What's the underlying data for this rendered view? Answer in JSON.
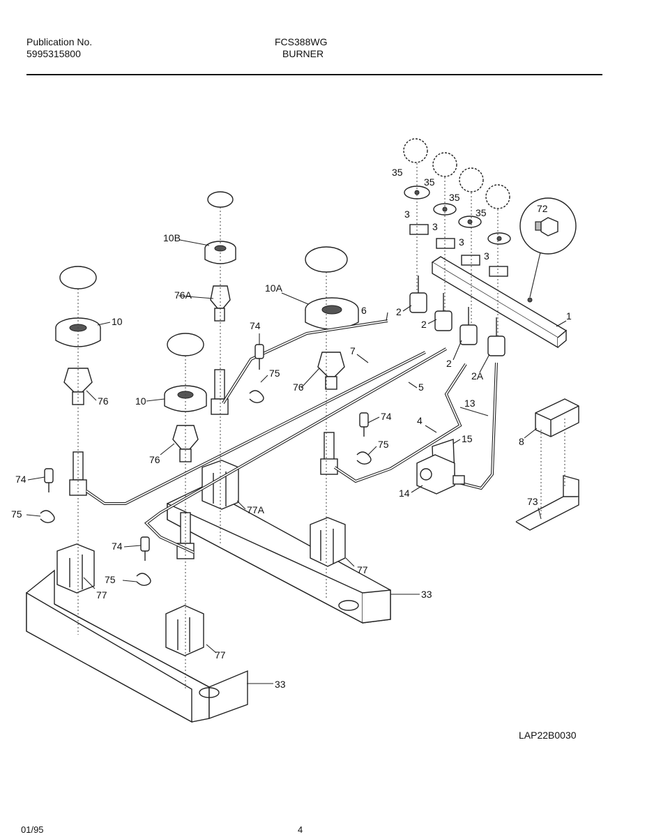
{
  "header": {
    "publication_label": "Publication No.",
    "publication_number": "5995315800",
    "model": "FCS388WG",
    "section": "BURNER"
  },
  "diagram_code": "LAP22B0030",
  "footer": {
    "date": "01/95",
    "page": "4"
  },
  "callouts": {
    "c1": "1",
    "c2a": "2",
    "c2b": "2",
    "c2c": "2",
    "c2A": "2A",
    "c3a": "3",
    "c3b": "3",
    "c3c": "3",
    "c3d": "3",
    "c4": "4",
    "c5": "5",
    "c6": "6",
    "c7": "7",
    "c8": "8",
    "c10a": "10",
    "c10b": "10",
    "c10A": "10A",
    "c10B": "10B",
    "c13": "13",
    "c14": "14",
    "c15": "15",
    "c33a": "33",
    "c33b": "33",
    "c35a": "35",
    "c35b": "35",
    "c35c": "35",
    "c35d": "35",
    "c72": "72",
    "c73": "73",
    "c74a": "74",
    "c74b": "74",
    "c74c": "74",
    "c74d": "74",
    "c75a": "75",
    "c75b": "75",
    "c75c": "75",
    "c75d": "75",
    "c76a": "76",
    "c76b": "76",
    "c76c": "76",
    "c76A": "76A",
    "c77a": "77",
    "c77b": "77",
    "c77c": "77",
    "c77A": "77A"
  }
}
